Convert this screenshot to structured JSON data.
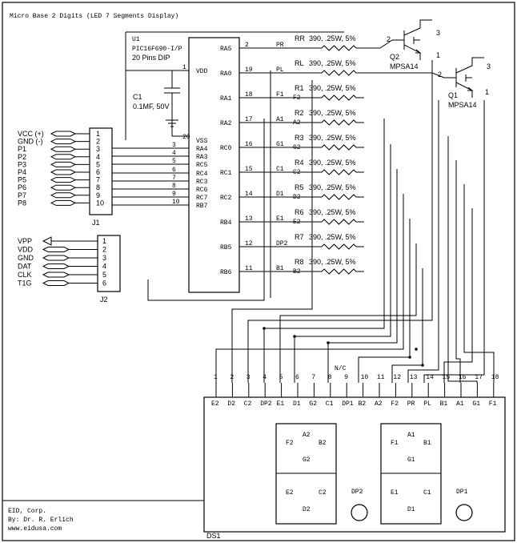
{
  "title": "Micro Base 2 Digits (LED 7 Segments Display)",
  "u1": {
    "ref": "U1",
    "part": "PIC16F690-I/P",
    "package": "20 Pins DIP",
    "right_pins": [
      {
        "name": "RA5",
        "num": "2",
        "net": "PR"
      },
      {
        "name": "RA0",
        "num": "19",
        "net": "PL"
      },
      {
        "name": "RA1",
        "num": "18",
        "net": "F1"
      },
      {
        "name": "RA2",
        "num": "17",
        "net": "A1"
      },
      {
        "name": "RC0",
        "num": "16",
        "net": "G1"
      },
      {
        "name": "RC1",
        "num": "15",
        "net": "C1"
      },
      {
        "name": "RC2",
        "num": "14",
        "net": "D1"
      },
      {
        "name": "RB4",
        "num": "13",
        "net": "E1"
      },
      {
        "name": "RB5",
        "num": "12",
        "net": "DP2"
      },
      {
        "name": "RB6",
        "num": "11",
        "net": "B1"
      }
    ],
    "left_pins": [
      {
        "name": "VDD",
        "num": "1"
      },
      {
        "name": "VSS",
        "num": "20"
      },
      {
        "name": "RA4",
        "num": "3"
      },
      {
        "name": "RA3",
        "num": "4"
      },
      {
        "name": "RC5",
        "num": "5"
      },
      {
        "name": "RC4",
        "num": "6"
      },
      {
        "name": "RC3",
        "num": "7"
      },
      {
        "name": "RC6",
        "num": "8"
      },
      {
        "name": "RC7",
        "num": "9"
      },
      {
        "name": "RB7",
        "num": "10"
      }
    ]
  },
  "c1": {
    "ref": "C1",
    "value": "0.1MF, 50V"
  },
  "resistors": [
    {
      "ref": "RR",
      "value": "390, .25W, 5%",
      "net_out": ""
    },
    {
      "ref": "RL",
      "value": "390, .25W, 5%",
      "net_out": ""
    },
    {
      "ref": "R1",
      "value": "390, .25W, 5%",
      "net_out": "F2"
    },
    {
      "ref": "R2",
      "value": "390, .25W, 5%",
      "net_out": "A2"
    },
    {
      "ref": "R3",
      "value": "390, .25W, 5%",
      "net_out": "G2"
    },
    {
      "ref": "R4",
      "value": "390, .25W, 5%",
      "net_out": "C2"
    },
    {
      "ref": "R5",
      "value": "390, .25W, 5%",
      "net_out": "D2"
    },
    {
      "ref": "R6",
      "value": "390, .25W, 5%",
      "net_out": "E2"
    },
    {
      "ref": "R7",
      "value": "390, .25W, 5%",
      "net_out": ""
    },
    {
      "ref": "R8",
      "value": "390, .25W, 5%",
      "net_out": "B2"
    }
  ],
  "transistors": [
    {
      "ref": "Q2",
      "part": "MPSA14",
      "pins": [
        "2",
        "3",
        "1"
      ]
    },
    {
      "ref": "Q1",
      "part": "MPSA14",
      "pins": [
        "2",
        "3",
        "1"
      ]
    }
  ],
  "j1": {
    "ref": "J1",
    "labels": [
      "VCC (+)",
      "GND (-)",
      "P1",
      "P2",
      "P3",
      "P4",
      "P5",
      "P6",
      "P7",
      "P8"
    ],
    "pins": [
      "1",
      "2",
      "3",
      "4",
      "5",
      "6",
      "7",
      "8",
      "9",
      "10"
    ]
  },
  "j2": {
    "ref": "J2",
    "labels": [
      "VPP",
      "VDD",
      "GND",
      "DAT",
      "CLK",
      "T1G"
    ],
    "pins": [
      "1",
      "2",
      "3",
      "4",
      "5",
      "6"
    ]
  },
  "ds1": {
    "ref": "DS1",
    "nc": "N/C",
    "pins": [
      "1",
      "2",
      "3",
      "4",
      "5",
      "6",
      "7",
      "8",
      "9",
      "10",
      "11",
      "12",
      "13",
      "14",
      "15",
      "16",
      "17",
      "18"
    ],
    "segs": [
      "E2",
      "D2",
      "C2",
      "DP2",
      "E1",
      "D1",
      "G2",
      "C1",
      "DP1",
      "B2",
      "A2",
      "F2",
      "PR",
      "PL",
      "B1",
      "A1",
      "G1",
      "F1"
    ],
    "digit2": {
      "a": "A2",
      "b": "B2",
      "c": "C2",
      "d": "D2",
      "e": "E2",
      "f": "F2",
      "g": "G2",
      "dp": "DP2"
    },
    "digit1": {
      "a": "A1",
      "b": "B1",
      "c": "C1",
      "d": "D1",
      "e": "E1",
      "f": "F1",
      "g": "G1",
      "dp": "DP1"
    }
  },
  "footer": {
    "company": "EID, Corp.",
    "author": "By: Dr. R. Erlich",
    "web": "www.eidusa.com"
  }
}
